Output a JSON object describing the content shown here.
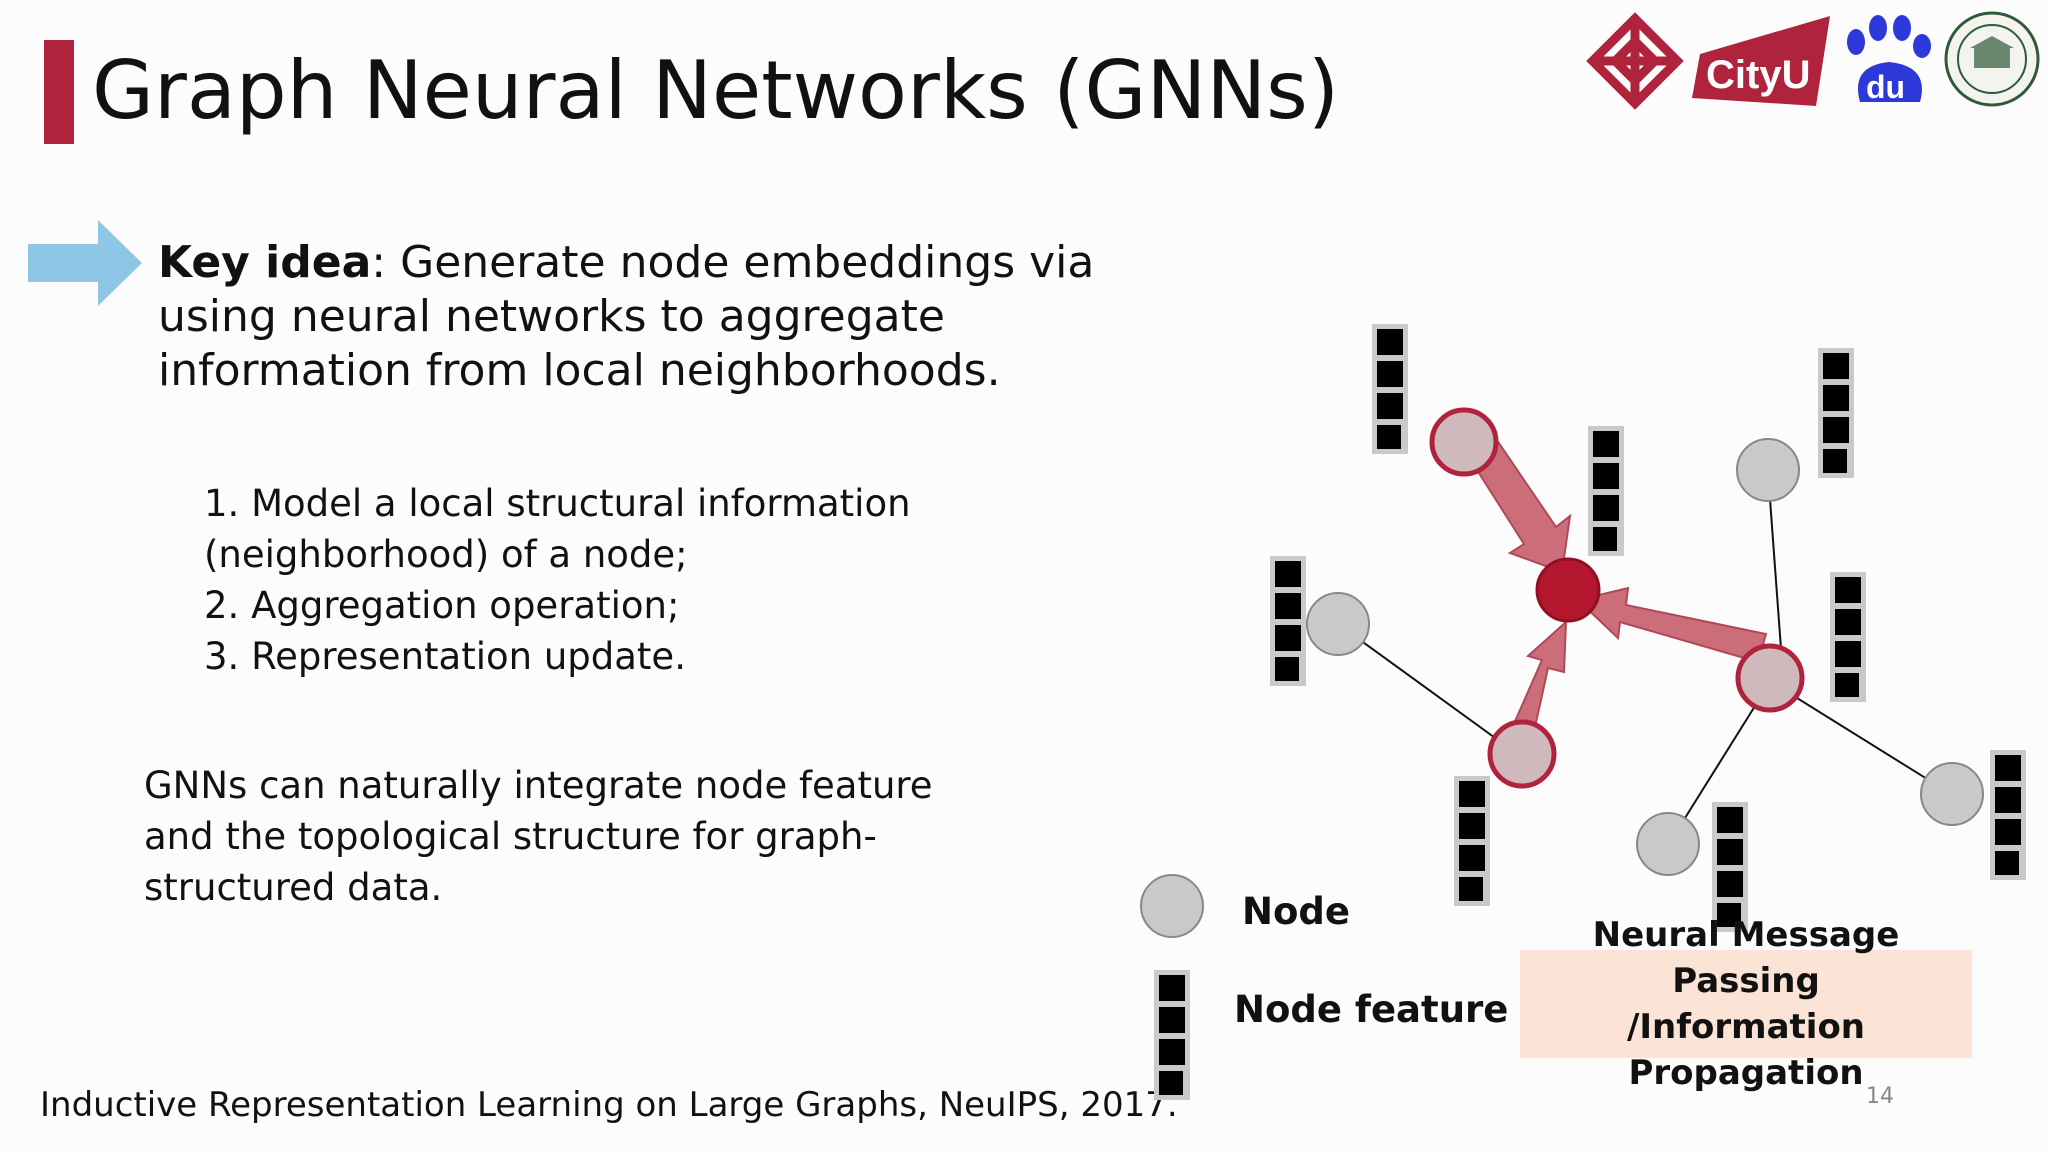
{
  "slide": {
    "title": "Graph Neural Networks (GNNs)",
    "page_number": "14",
    "accent_color": "#b0233c"
  },
  "key_idea": {
    "label": "Key idea",
    "text": ": Generate node embeddings via using neural networks to aggregate information from local neighborhoods."
  },
  "steps": [
    "1. Model a local structural information",
    "(neighborhood) of a node;",
    "2. Aggregation operation;",
    "3. Representation update."
  ],
  "note": "GNNs can naturally integrate node feature and the topological structure for graph-structured data.",
  "citation": "Inductive Representation Learning on Large Graphs, NeuIPS, 2017.",
  "legend": {
    "node_label": "Node",
    "feature_label": "Node feature"
  },
  "message_passing": {
    "line1": "Neural Message Passing",
    "line2": "/Information Propagation"
  },
  "logos": {
    "cityu_text": "CityU",
    "baidu_text": "du"
  },
  "icons": [
    "arrow-right-icon",
    "polyu-logo",
    "cityu-logo",
    "baidu-paw-logo",
    "msu-seal"
  ],
  "colors": {
    "target_node": "#b5172e",
    "neighbor_node_fill": "#c9c9c9",
    "neighbor_ring": "#b0233c",
    "message_arrow": "#c9636f",
    "arrow_blue": "#8ec7e6"
  }
}
